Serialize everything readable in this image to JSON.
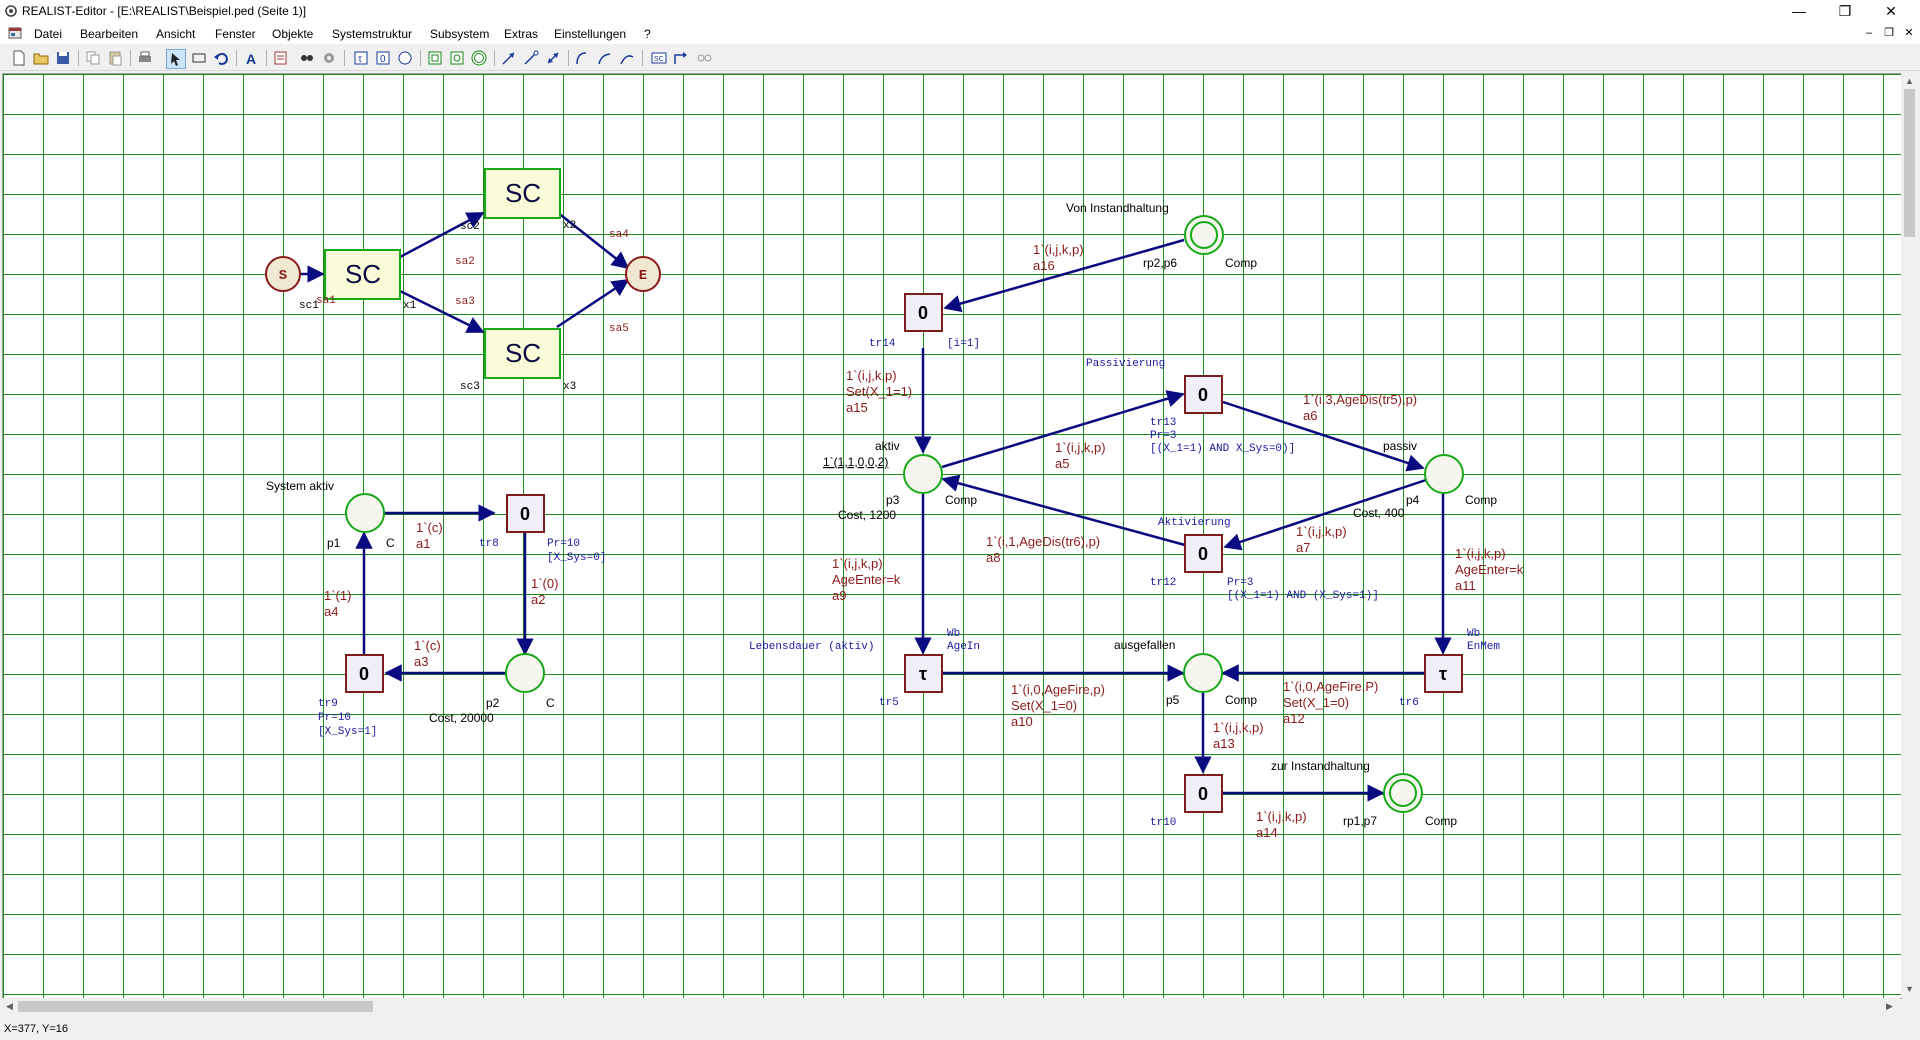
{
  "window": {
    "title": "REALIST-Editor - [E:\\REALIST\\Beispiel.ped (Seite 1)]",
    "controls": {
      "minimize": "—",
      "maximize": "❐",
      "close": "✕"
    },
    "mdi_controls": {
      "minimize": "–",
      "restore": "❐",
      "close": "✕"
    }
  },
  "menu": {
    "items": [
      "Datei",
      "Bearbeiten",
      "Ansicht",
      "Fenster",
      "Objekte",
      "Systemstruktur",
      "Subsystem",
      "Extras",
      "Einstellungen",
      "?"
    ]
  },
  "toolbar": {
    "buttons": [
      "new-icon",
      "open-icon",
      "save-icon",
      "copy-icon",
      "paste-icon",
      "print-icon",
      "select-arrow-icon",
      "rectangle-select-icon",
      "undo-icon",
      "text-icon",
      "edit-icon",
      "find-icon",
      "tools-icon",
      "transition-icon",
      "timed-transition-icon",
      "place-icon",
      "subsystem-icon",
      "subsystem-place-icon",
      "double-place-icon",
      "arc-icon",
      "arc-inhibitor-icon",
      "arc-bidirectional-icon",
      "arc-curve-1-icon",
      "arc-curve-2-icon",
      "arc-curve-3-icon",
      "sc-block-icon",
      "connector-icon",
      "grid-icon"
    ]
  },
  "colors": {
    "grid": "#1e8a1e",
    "arc": "#0a0a80",
    "place_stroke": "#18a818",
    "place_fill": "#f6f6ee",
    "transition_stroke": "#7a1c1c",
    "transition_fill": "#f2eef8",
    "sc_fill": "#fafcd8",
    "arc_label": "#8b1a1a",
    "guard_label": "#1a1aa0",
    "se_fill": "#f0e8d0",
    "se_stroke": "#8b1a1a"
  },
  "diagram": {
    "structure": {
      "start_label": "S",
      "end_label": "E",
      "sc_label": "SC",
      "names": {
        "sc1": "sc1",
        "sc2": "sc2",
        "sc3": "sc3",
        "x1": "x1",
        "x2": "x2",
        "x3": "x3"
      },
      "arcs": {
        "sa1": "sa1",
        "sa2": "sa2",
        "sa3": "sa3",
        "sa4": "sa4",
        "sa5": "sa5"
      }
    },
    "left_net": {
      "p1_title": "System aktiv",
      "p1_name": "p1",
      "p1_color": "C",
      "p2_name": "p2",
      "p2_color": "C",
      "p2_cost": "Cost, 20000",
      "tr8_name": "tr8",
      "tr8_value": "0",
      "tr8_prio": "Pr=10",
      "tr8_guard": "[X_Sys=0]",
      "tr9_name": "tr9",
      "tr9_value": "0",
      "tr9_prio": "Pr=10",
      "tr9_guard": "[X_Sys=1]",
      "a1_expr": "1`(c)",
      "a1": "a1",
      "a2_expr": "1`(0)",
      "a2": "a2",
      "a3_expr": "1`(c)",
      "a3": "a3",
      "a4_expr": "1`(1)",
      "a4": "a4"
    },
    "right_net": {
      "rp2_title": "Von Instandhaltung",
      "rp2_name": "rp2,p6",
      "rp2_color": "Comp",
      "tr14_name": "tr14",
      "tr14_value": "0",
      "tr14_guard": "[i=1]",
      "a16_expr": "1`(i,j,k,p)",
      "a16": "a16",
      "a15_expr": "1`(i,j,k,p)",
      "a15_set": "Set(X_1=1)",
      "a15": "a15",
      "p3_title": "aktiv",
      "p3_marking": "1`(1,1,0,0,2)",
      "p3_name": "p3",
      "p3_color": "Comp",
      "p3_cost": "Cost, 1200",
      "tr13_title": "Passivierung",
      "tr13_name": "tr13",
      "tr13_value": "0",
      "tr13_prio": "Pr=3",
      "tr13_guard": "[(X_1=1) AND X_Sys=0)]",
      "a5_expr": "1`(i,j,k,p)",
      "a5": "a5",
      "a6_expr": "1`(i,3,AgeDis(tr5),p)",
      "a6": "a6",
      "p4_title": "passiv",
      "p4_name": "p4",
      "p4_color": "Comp",
      "p4_cost": "Cost, 400",
      "tr12_title": "Aktivierung",
      "tr12_name": "tr12",
      "tr12_value": "0",
      "tr12_prio": "Pr=3",
      "tr12_guard": "[(X_1=1) AND (X_Sys=1)]",
      "a7_expr": "1`(i,j,k,p)",
      "a7": "a7",
      "a8_expr": "1`(i,1,AgeDis(tr6),p)",
      "a8": "a8",
      "a9_expr": "1`(i,j,k,p)",
      "a9_age": "AgeEnter=k",
      "a9": "a9",
      "a11_expr": "1`(i,j,k,p)",
      "a11_age": "AgeEnter=k",
      "a11": "a11",
      "tr5_title": "Lebensdauer (aktiv)",
      "tr5_wb": "Wb",
      "tr5_policy": "AgeIn",
      "tr5_name": "tr5",
      "tr5_symbol": "τ",
      "tr6_wb": "Wb",
      "tr6_policy": "EnMem",
      "tr6_name": "tr6",
      "tr6_symbol": "τ",
      "p5_title": "ausgefallen",
      "p5_name": "p5",
      "p5_color": "Comp",
      "a10_expr": "1`(i,0,AgeFire,p)",
      "a10_set": "Set(X_1=0)",
      "a10": "a10",
      "a12_expr": "1`(i,0,AgeFire,P)",
      "a12_set": "Set(X_1=0)",
      "a12": "a12",
      "a13_expr": "1`(i,j,k,p)",
      "a13": "a13",
      "tr10_name": "tr10",
      "tr10_value": "0",
      "a14_expr": "1`(i,j,k,p)",
      "a14": "a14",
      "rp1_title": "zur Instandhaltung",
      "rp1_name": "rp1,p7",
      "rp1_color": "Comp"
    }
  },
  "status": {
    "coords": "X=377, Y=16"
  }
}
